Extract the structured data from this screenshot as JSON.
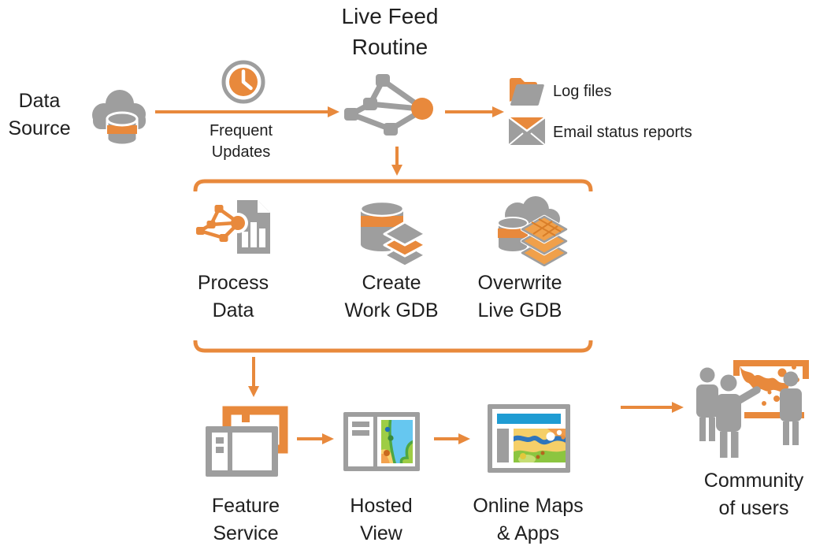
{
  "diagram": {
    "title": [
      "Live Feed",
      "Routine"
    ],
    "data_source": {
      "label": [
        "Data",
        "Source"
      ],
      "icon": "cloud-database-icon"
    },
    "trigger": {
      "label": [
        "Frequent",
        "Updates"
      ],
      "icon": "clock-icon"
    },
    "routine": {
      "icon": "model-icon"
    },
    "routine_outputs": [
      {
        "label": "Log files",
        "icon": "folder-icon"
      },
      {
        "label": "Email status reports",
        "icon": "email-icon"
      }
    ],
    "steps": [
      {
        "label": [
          "Process",
          "Data"
        ],
        "icon": "process-data-icon"
      },
      {
        "label": [
          "Create",
          "Work GDB"
        ],
        "icon": "database-layers-icon"
      },
      {
        "label": [
          "Overwrite",
          "Live GDB"
        ],
        "icon": "cloud-database-layers-icon"
      }
    ],
    "publishing": [
      {
        "label": [
          "Feature",
          "Service"
        ],
        "icon": "feature-service-icon"
      },
      {
        "label": [
          "Hosted",
          "View"
        ],
        "icon": "hosted-view-icon"
      },
      {
        "label": [
          "Online Maps",
          "& Apps"
        ],
        "icon": "online-maps-icon"
      }
    ],
    "audience": {
      "label": [
        "Community",
        "of users"
      ],
      "icon": "community-of-users-icon"
    }
  },
  "colors": {
    "accent_orange": "#E8893C",
    "tile_orange": "#F0A04A",
    "icon_gray": "#9E9E9E",
    "text": "#1F1F1F",
    "map_blue": "#66C7F0",
    "header_blue": "#1F9CD3",
    "map_green": "#8CC540",
    "map_yellow": "#F5CF68"
  }
}
